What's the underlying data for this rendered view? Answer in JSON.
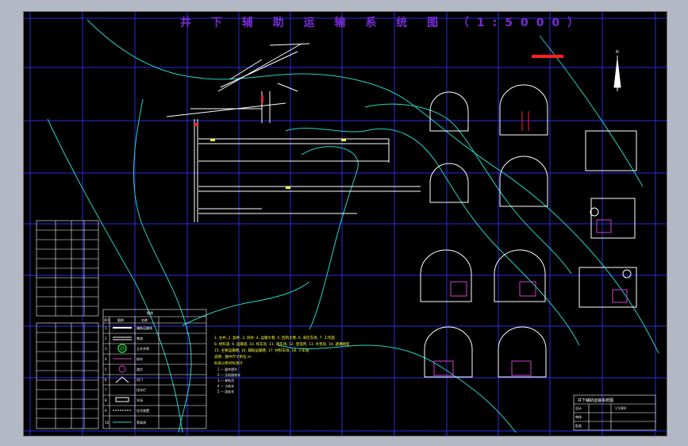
{
  "title": "井 下 辅 助 运 输 系 统 图 （1:5000）",
  "colors": {
    "background": "#000000",
    "frame_bg": "#b3b8c4",
    "grid": "#2a2ae6",
    "contour": "#22d3c8",
    "title": "#7a2bd8",
    "line": "#ffffff",
    "accent_red": "#ff2020",
    "accent_magenta": "#d040d0",
    "accent_yellow": "#ffff44"
  },
  "notes": {
    "lines": [
      "1. 主井, 2. 副井, 3. 风井, 4. 运输大巷, 5. 回风大巷, 6. 采区车场, 7. 工作面",
      "8. 材料道, 9. 运输道, 10. 绞车房, 11. 调车场, 12. 变电所, 13. 水泵房, 14. 避难硐室",
      "15. 主要运输巷, 16. 辅助运输巷, 17. 材料车场, 18. 人车站",
      "说明：图中尺寸单位 m",
      "标高以绝对标高计"
    ],
    "list_items": [
      "1 — 副井提升",
      "2 — 无轨胶轮车",
      "3 — 单轨吊",
      "4 — 卡轨车",
      "5 — 齿轨车"
    ]
  },
  "legend": {
    "header": "图例",
    "columns": [
      "序号",
      "图例",
      "名称"
    ],
    "rows": [
      {
        "num": "1",
        "name": "辅助运输线",
        "note": ""
      },
      {
        "num": "2",
        "name": "巷道",
        "note": ""
      },
      {
        "num": "3",
        "name": "立井井筒",
        "note": ""
      },
      {
        "num": "4",
        "name": "绞车",
        "note": ""
      },
      {
        "num": "5",
        "name": "道岔",
        "note": ""
      },
      {
        "num": "6",
        "name": "风门",
        "note": ""
      },
      {
        "num": "7",
        "name": "挡车栏",
        "note": ""
      },
      {
        "num": "8",
        "name": "车场",
        "note": ""
      },
      {
        "num": "9",
        "name": "信号装置",
        "note": ""
      },
      {
        "num": "10",
        "name": "等高线",
        "note": ""
      }
    ]
  },
  "title_block": {
    "title": "井下辅助运输系统图",
    "scale": "1:5000",
    "rows": [
      "设计",
      "审核",
      "批准"
    ]
  },
  "north_arrow": "N"
}
